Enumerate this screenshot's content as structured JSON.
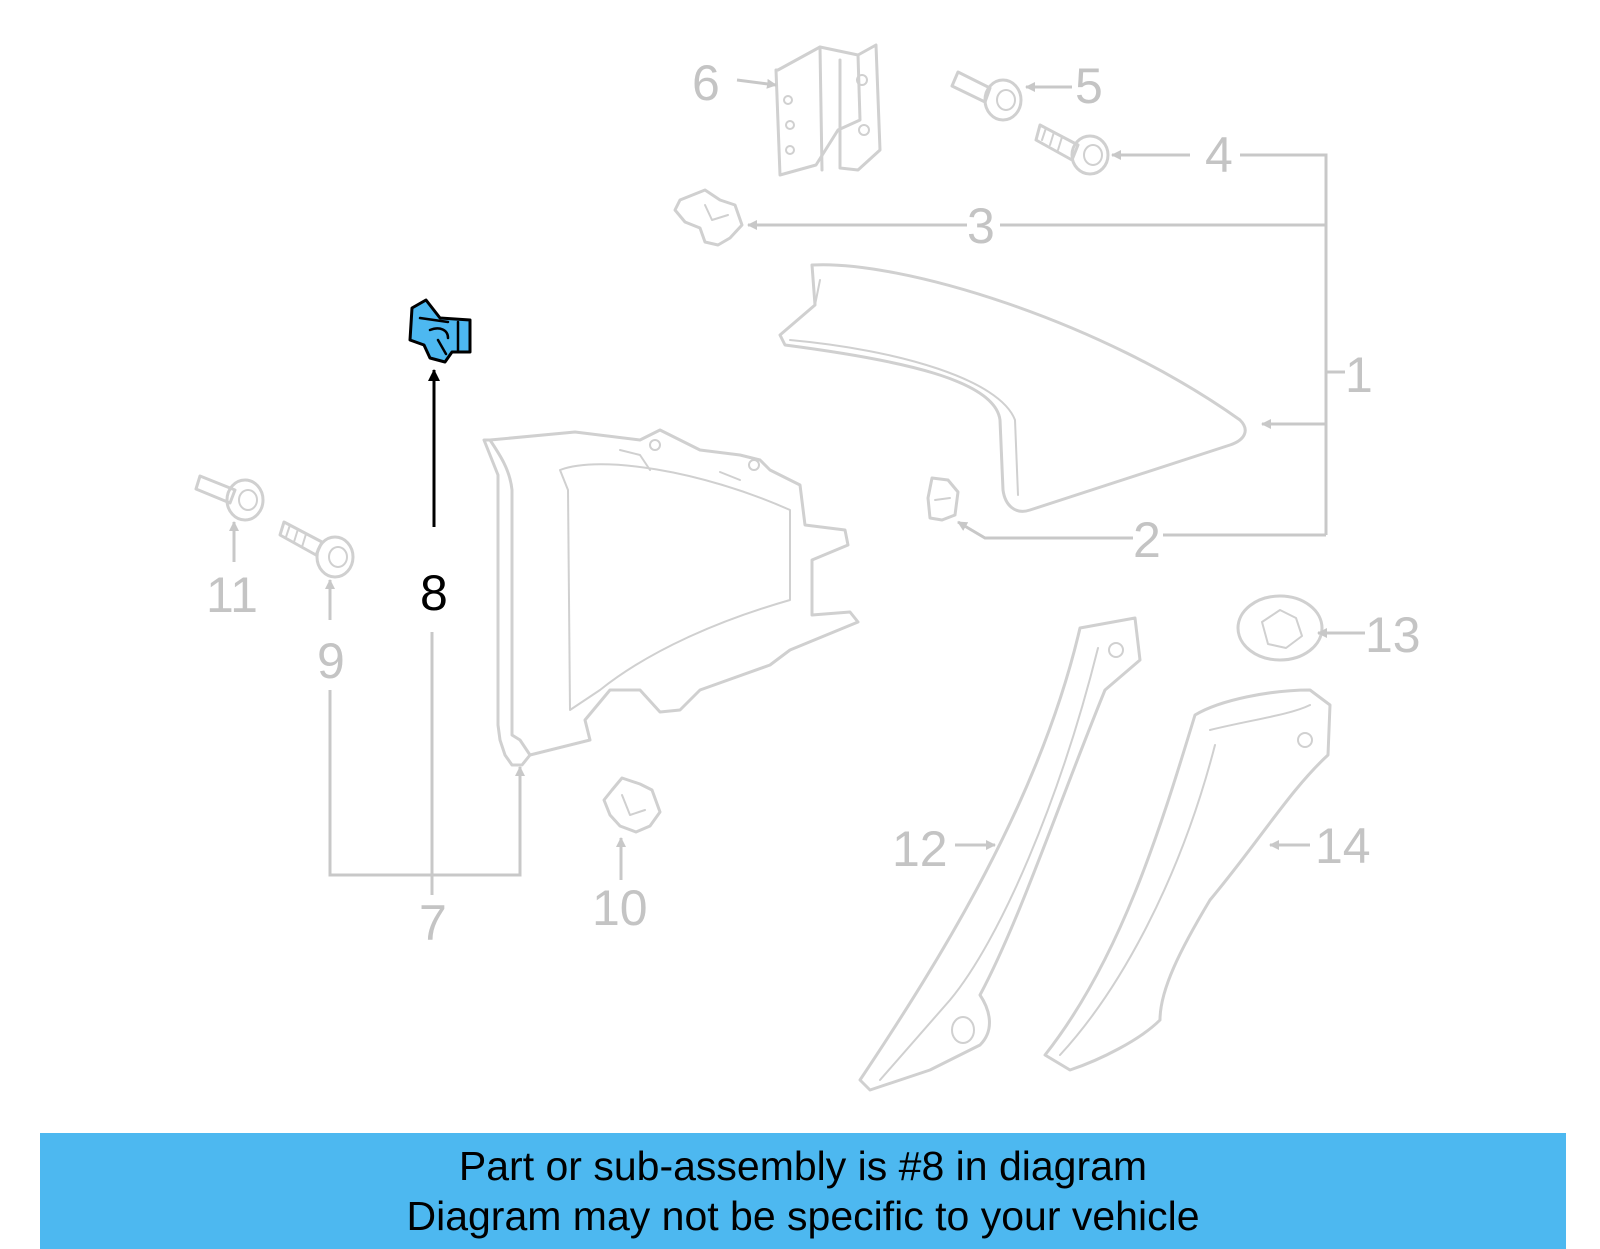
{
  "callouts": [
    {
      "id": "1",
      "label": "1"
    },
    {
      "id": "2",
      "label": "2"
    },
    {
      "id": "3",
      "label": "3"
    },
    {
      "id": "4",
      "label": "4"
    },
    {
      "id": "5",
      "label": "5"
    },
    {
      "id": "6",
      "label": "6"
    },
    {
      "id": "7",
      "label": "7"
    },
    {
      "id": "8",
      "label": "8",
      "highlighted": true
    },
    {
      "id": "9",
      "label": "9"
    },
    {
      "id": "10",
      "label": "10"
    },
    {
      "id": "11",
      "label": "11"
    },
    {
      "id": "12",
      "label": "12"
    },
    {
      "id": "13",
      "label": "13"
    },
    {
      "id": "14",
      "label": "14"
    }
  ],
  "highlight_color": "#4db8f0",
  "banner": {
    "line1": "Part or sub-assembly is #8 in diagram",
    "line2": "Diagram may not be specific to your vehicle",
    "color": "#4db8f0"
  }
}
